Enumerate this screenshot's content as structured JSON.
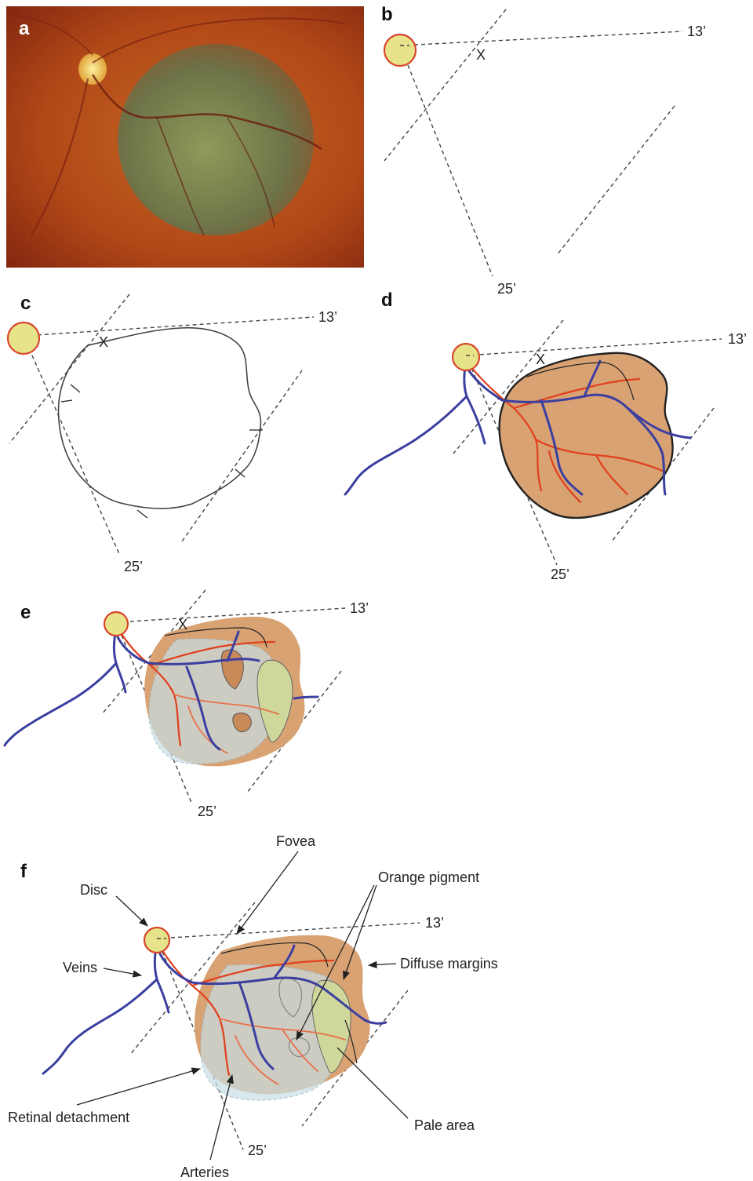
{
  "colors": {
    "disc_fill": "#e6e38a",
    "disc_stroke": "#d9452b",
    "tumor_fill": "#d9a273",
    "pale_area_fill": "#cfd79a",
    "detachment_fill": "#c8dfe6",
    "vein": "#3b3fa0",
    "artery": "#e0401e"
  },
  "panels": {
    "a": {
      "letter": "a"
    },
    "b": {
      "letter": "b",
      "clock_13": "13’",
      "clock_25": "25’",
      "fovea_mark": "X"
    },
    "c": {
      "letter": "c",
      "clock_13": "13’",
      "clock_25": "25’",
      "fovea_mark": "X"
    },
    "d": {
      "letter": "d",
      "clock_13": "13’",
      "clock_25": "25’",
      "fovea_mark": "X"
    },
    "e": {
      "letter": "e",
      "clock_13": "13’",
      "clock_25": "25’",
      "fovea_mark": "X"
    },
    "f": {
      "letter": "f",
      "clock_13": "13’",
      "clock_25": "25’",
      "labels": {
        "fovea": "Fovea",
        "orange_pigment": "Orange pigment",
        "disc": "Disc",
        "diffuse_margins": "Diffuse margins",
        "veins": "Veins",
        "retinal_detachment": "Retinal detachment",
        "pale_area": "Pale area",
        "arteries": "Arteries"
      }
    }
  }
}
